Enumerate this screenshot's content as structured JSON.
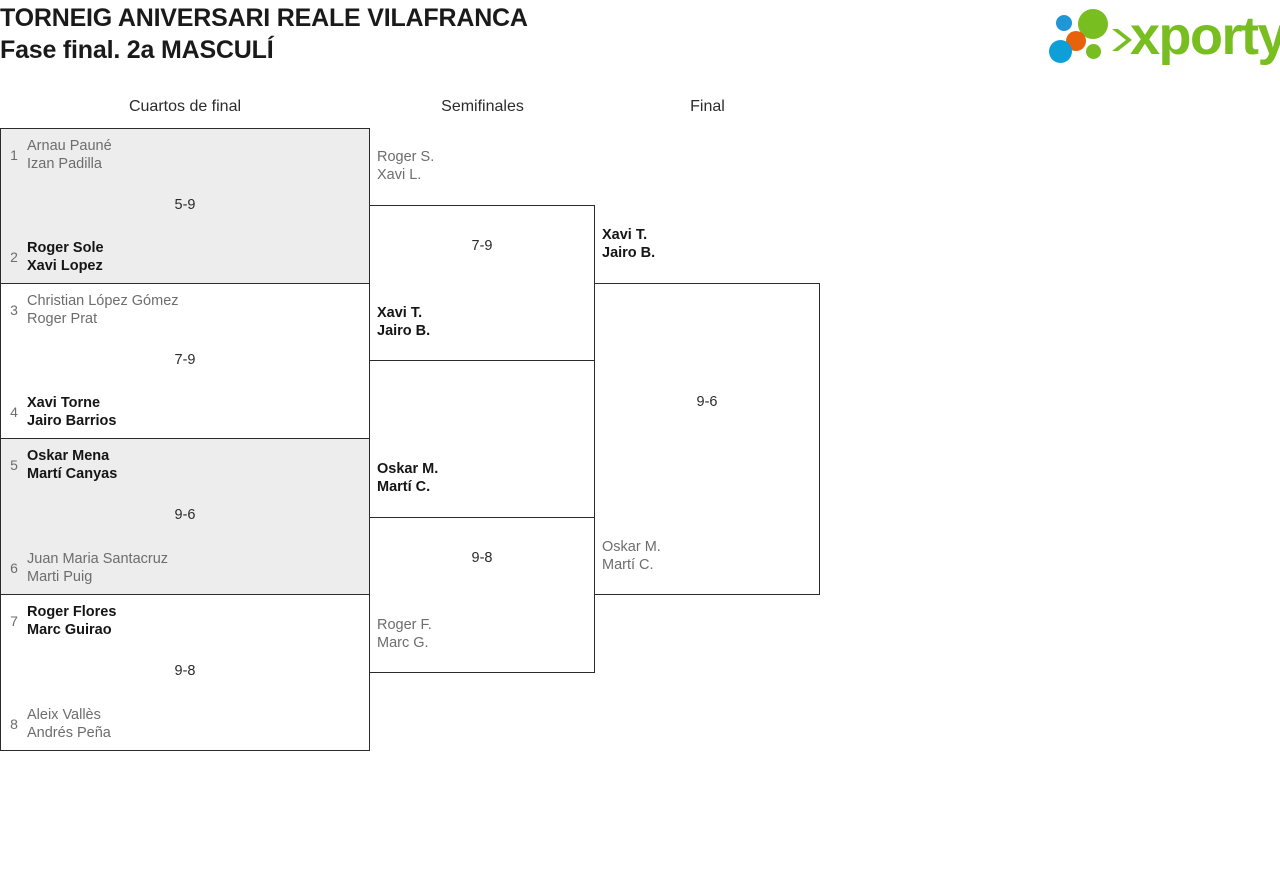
{
  "header": {
    "title_line1": "TORNEIG ANIVERSARI REALE VILAFRANCA",
    "title_line2": "Fase final. 2a MASCULÍ",
    "logo_text": "xporty",
    "logo_colors": {
      "green": "#78be20",
      "blue": "#0d9fd8",
      "blue_light": "#2196d6",
      "orange": "#e8620c"
    }
  },
  "columns": {
    "quarterfinals": "Cuartos de final",
    "semifinals": "Semifinales",
    "final": "Final"
  },
  "rounds": {
    "quarterfinals": [
      {
        "shaded": true,
        "score": "5-9",
        "top": {
          "seed": "1",
          "p1": "Arnau Pauné",
          "p2": "Izan Padilla",
          "winner": false
        },
        "bottom": {
          "seed": "2",
          "p1": "Roger Sole",
          "p2": "Xavi Lopez",
          "winner": true
        }
      },
      {
        "shaded": false,
        "score": "7-9",
        "top": {
          "seed": "3",
          "p1": "Christian López Gómez",
          "p2": "Roger Prat",
          "winner": false
        },
        "bottom": {
          "seed": "4",
          "p1": "Xavi Torne",
          "p2": "Jairo Barrios",
          "winner": true
        }
      },
      {
        "shaded": true,
        "score": "9-6",
        "top": {
          "seed": "5",
          "p1": "Oskar Mena",
          "p2": "Martí Canyas",
          "winner": true
        },
        "bottom": {
          "seed": "6",
          "p1": "Juan Maria Santacruz",
          "p2": "Marti Puig",
          "winner": false
        }
      },
      {
        "shaded": false,
        "score": "9-8",
        "top": {
          "seed": "7",
          "p1": "Roger Flores",
          "p2": "Marc Guirao",
          "winner": true
        },
        "bottom": {
          "seed": "8",
          "p1": "Aleix Vallès",
          "p2": "Andrés Peña",
          "winner": false
        }
      }
    ],
    "semifinals": [
      {
        "score": "7-9",
        "top": {
          "p1": "Roger S.",
          "p2": "Xavi L.",
          "winner": false
        },
        "bottom": {
          "p1": "Xavi T.",
          "p2": "Jairo B.",
          "winner": true
        }
      },
      {
        "score": "9-8",
        "top": {
          "p1": "Oskar M.",
          "p2": "Martí C.",
          "winner": true
        },
        "bottom": {
          "p1": "Roger F.",
          "p2": "Marc G.",
          "winner": false
        }
      }
    ],
    "final": [
      {
        "score": "9-6",
        "top": {
          "p1": "Xavi T.",
          "p2": "Jairo B.",
          "winner": true
        },
        "bottom": {
          "p1": "Oskar M.",
          "p2": "Martí C.",
          "winner": false
        }
      }
    ]
  }
}
